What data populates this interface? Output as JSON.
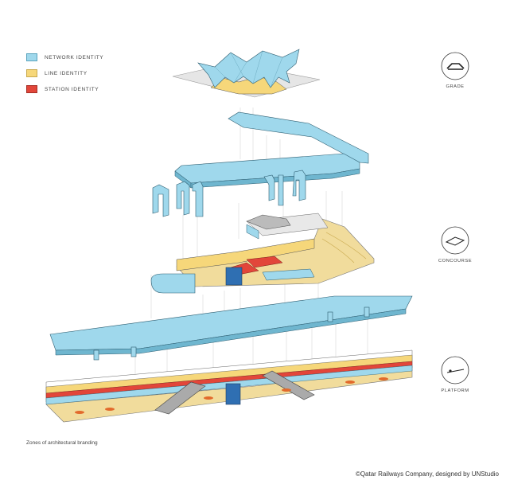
{
  "legend": [
    {
      "label": "NETWORK IDENTITY",
      "color": "#9fd8ec"
    },
    {
      "label": "LINE IDENTITY",
      "color": "#f6d77a"
    },
    {
      "label": "STATION IDENTITY",
      "color": "#e2463a"
    }
  ],
  "zones": {
    "grade": {
      "label": "GRADE",
      "icon": "grade-icon"
    },
    "concourse": {
      "label": "CONCOURSE",
      "icon": "concourse-icon"
    },
    "platform": {
      "label": "PLATFORM",
      "icon": "platform-icon"
    }
  },
  "caption": "Zones of architectural branding",
  "credit": "©Qatar Railways Company, designed by UNStudio"
}
